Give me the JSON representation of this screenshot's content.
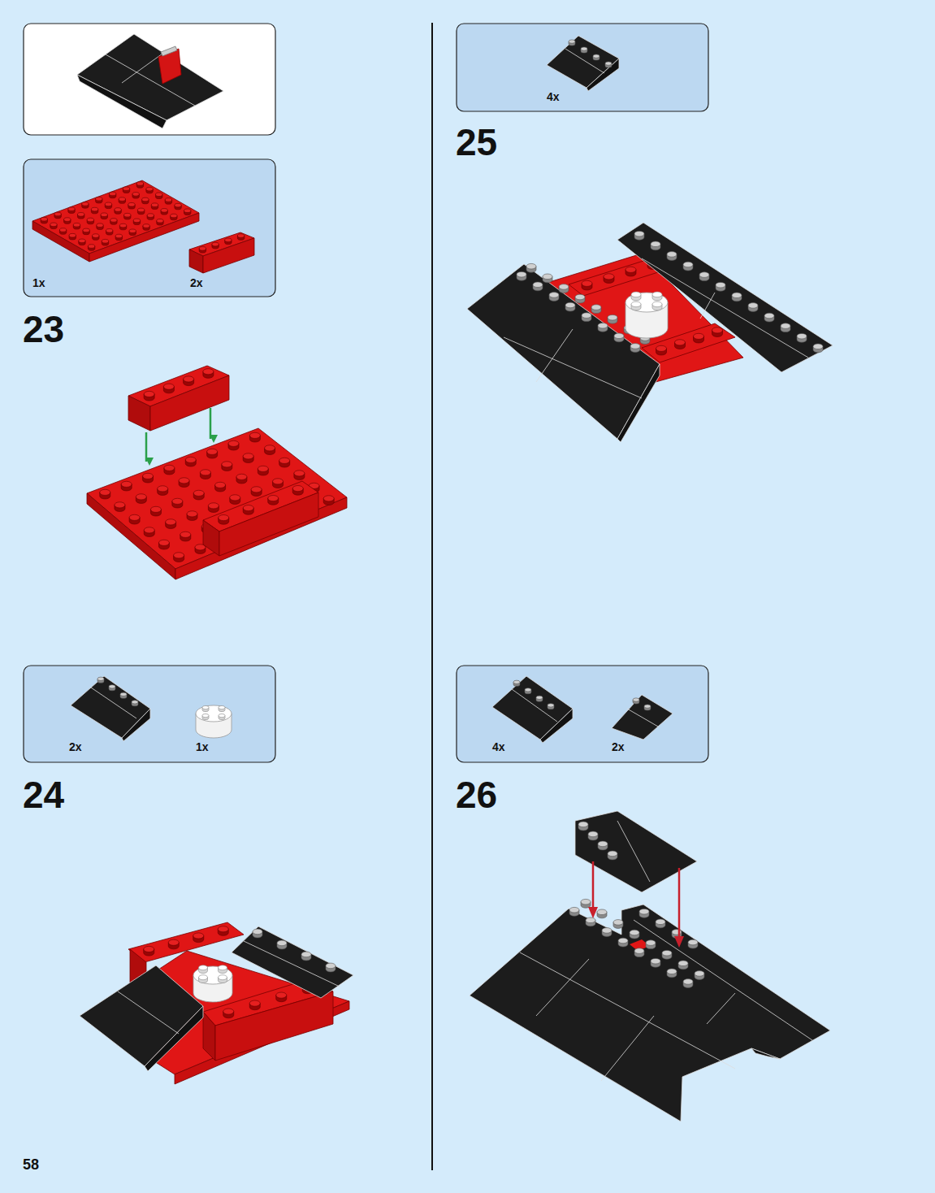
{
  "diagram": {
    "labels": [
      "1x",
      "2x",
      "23",
      "2x",
      "1x",
      "24",
      "4x",
      "25",
      "4x",
      "2x",
      "26",
      "58"
    ]
  }
}
